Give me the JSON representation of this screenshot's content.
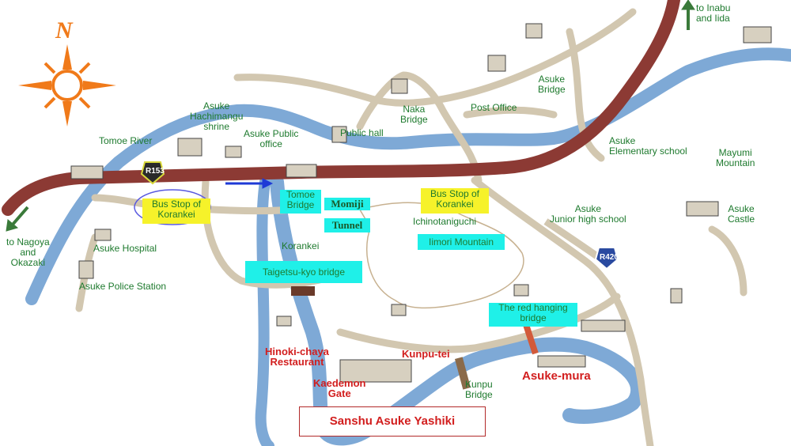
{
  "labels": {
    "compass_north": "N",
    "tomoe_river": "Tomoe River",
    "asuke_hachimangu": "Asuke\nHachimangu\nshrine",
    "asuke_public_office": "Asuke Public\noffice",
    "public_hall": "Public hall",
    "naka_bridge": "Naka\nBridge",
    "post_office": "Post Office",
    "asuke_bridge": "Asuke\nBridge",
    "to_inabu_iida": "to Inabu\nand Iida",
    "asuke_elementary": "Asuke\nElementary school",
    "mayumi_mountain": "Mayumi\nMountain",
    "asuke_castle": "Asuke\nCastle",
    "asuke_junior_high": "Asuke\nJunior high school",
    "ichinotaniguchi": "Ichinotaniguchi",
    "to_nagoya_okazaki": "to Nagoya\nand\nOkazaki",
    "asuke_hospital": "Asuke Hospital",
    "asuke_police": "Asuke Police Station",
    "korankei": "Korankei",
    "kunpu_bridge": "Kunpu\nBridge",
    "kunpu_tei": "Kunpu-tei",
    "hinoki_chaya": "Hinoki-chaya\nRestaurant",
    "kaedemon_gate": "Kaedemon\nGate",
    "asuke_mura": "Asuke-mura",
    "momiji": "Momiji",
    "tunnel": "Tunnel",
    "r153": "R153",
    "r420": "R420"
  },
  "highlights": {
    "bus_stop_left": "Bus Stop of\nKorankei",
    "bus_stop_right": "Bus Stop of\nKorankei",
    "tomoe_bridge": "Tomoe\nBridge",
    "iimori_mountain": "Iimori Mountain",
    "taigetsu_kyo": "Taigetsu-kyo bridge",
    "red_hanging_bridge": "The red hanging\nbridge"
  },
  "title": "Sanshu Asuke Yashiki",
  "colors": {
    "route_153": "#8c3a34",
    "road": "#d2c7b0",
    "river": "#7ea9d6",
    "label_green": "#1e7a2e",
    "label_red": "#d21e1e",
    "highlight_yellow": "#f6f22a",
    "highlight_cyan": "#1ff0e8",
    "compass_orange": "#f07a1a"
  }
}
